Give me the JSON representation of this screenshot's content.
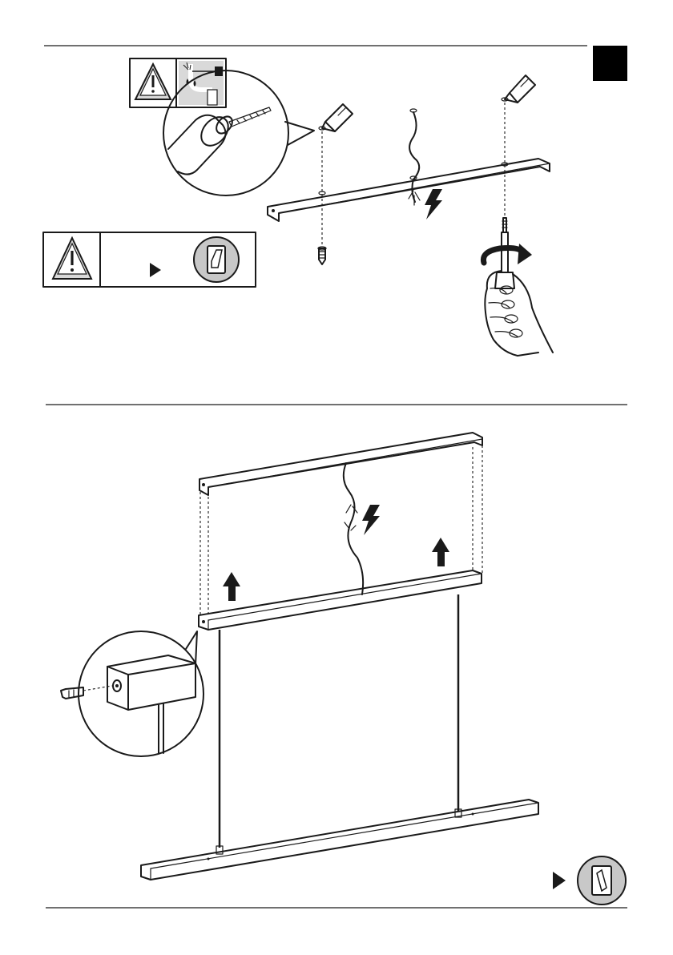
{
  "page": {
    "background": "#ffffff",
    "ink": "#1a1a1a",
    "warning_fill": "#d9d9d9",
    "switch_fill": "#c8c8c8",
    "corner_tab_color": "#000000"
  },
  "step1": {
    "warning_box_drill": {
      "icons": [
        "warning-triangle-icon",
        "hidden-cables-pipes-icon"
      ]
    },
    "drill_detail": {
      "icons": [
        "drill-icon"
      ]
    },
    "warning_box_power": {
      "icons": [
        "warning-triangle-icon",
        "play-arrow-icon",
        "power-switch-off-icon"
      ]
    },
    "mount_bracket": {
      "icons": [
        "pencil-icon",
        "screw-icon",
        "wall-plug-icon",
        "electricity-bolt-icon",
        "screwdriver-hand-icon",
        "rotate-arrow-icon"
      ]
    }
  },
  "step2": {
    "icons": [
      "ceiling-bracket",
      "canopy-bar",
      "lift-arrow-icon",
      "screw-detail-icon",
      "suspension-cable",
      "lamp-bar",
      "electricity-bolt-icon"
    ],
    "final_action": {
      "icons": [
        "play-arrow-icon",
        "power-switch-on-icon"
      ]
    }
  }
}
